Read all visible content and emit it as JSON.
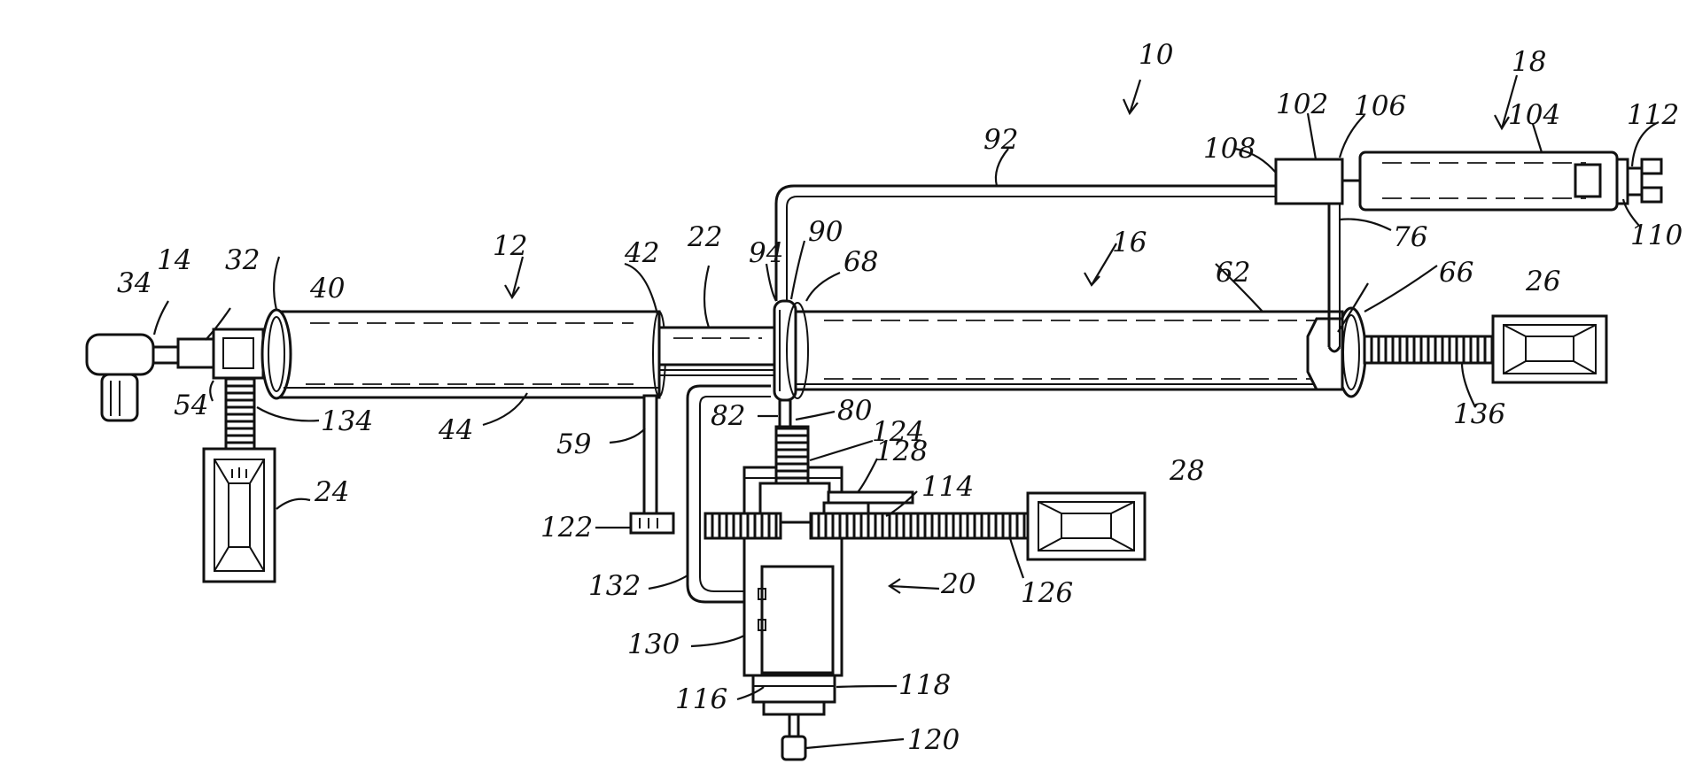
{
  "colors": {
    "ink": "#111111",
    "paper": "#ffffff"
  },
  "figure": {
    "reference_numerals": {
      "assembly": "10",
      "tube_left": "12",
      "arm_left": "14",
      "tube_right": "16",
      "module_top": "18",
      "carriage": "20",
      "rod_center": "22",
      "motor_left": "24",
      "motor_right": "26",
      "motor_bottom": "28",
      "head_left": "34",
      "coupling_left": "32",
      "ring_left": "40",
      "end_left": "42",
      "body_left": "44",
      "bracket_left": "54",
      "post": "59",
      "body_right": "62",
      "ring_right_end": "66",
      "ring_right": "68",
      "riser": "76",
      "stud": "80",
      "stud_top": "82",
      "clamp": "90",
      "line_top": "92",
      "clamp_edge": "94",
      "block_top": "102",
      "cylinder_top": "104",
      "joint_top": "106",
      "inlet_top": "108",
      "cap_right": "110",
      "fitting_right": "112",
      "arm_carriage": "114",
      "plate_left": "116",
      "plate_right": "118",
      "knob": "120",
      "foot": "122",
      "spring": "124",
      "rack": "126",
      "lever": "128",
      "box": "130",
      "hose": "132",
      "belt_left": "134",
      "belt_right": "136"
    }
  }
}
